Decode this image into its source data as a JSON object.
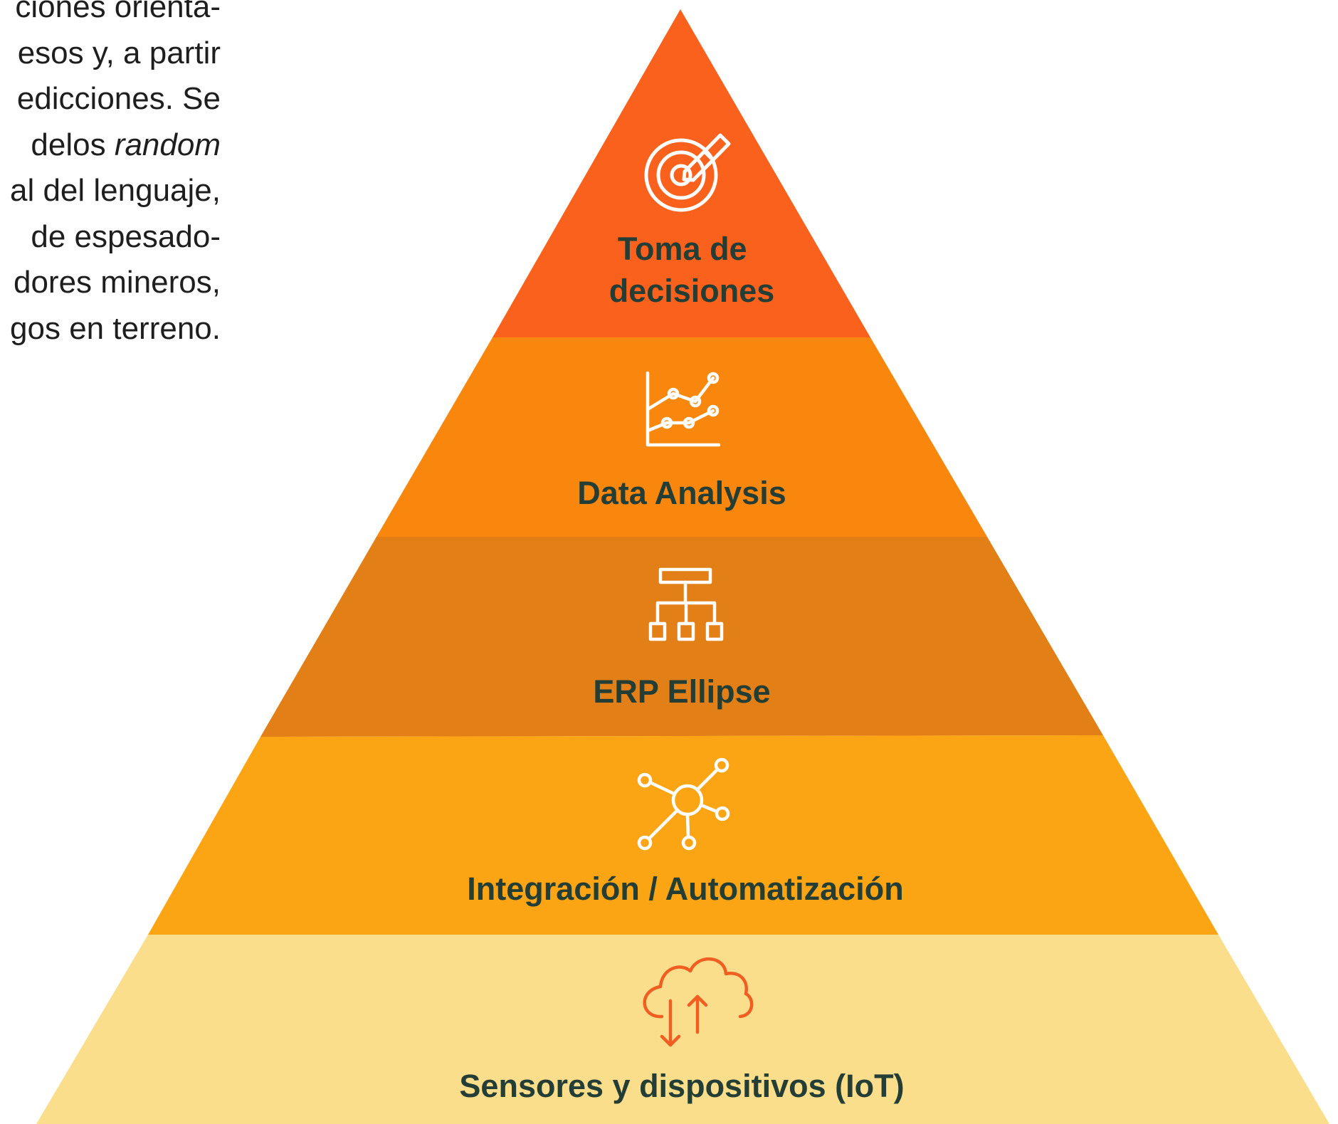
{
  "body_text": {
    "lines": [
      "ciones orienta-",
      "esos y, a partir",
      "edicciones. Se",
      {
        "before": "delos ",
        "italic": "random"
      },
      "al del lenguaje,",
      "de espesado-",
      "dores mineros,",
      "gos en terreno."
    ]
  },
  "pyramid": {
    "levels": [
      {
        "label_lines": [
          "Toma de",
          "decisiones"
        ],
        "icon": "target-arrow-icon",
        "color": "#fa611c",
        "icon_color": "#ffffff"
      },
      {
        "label_lines": [
          "Data Analysis"
        ],
        "icon": "line-chart-icon",
        "color": "#f9860d",
        "icon_color": "#ffffff"
      },
      {
        "label_lines": [
          "ERP Ellipse"
        ],
        "icon": "org-chart-icon",
        "color": "#e37f17",
        "icon_color": "#ffffff"
      },
      {
        "label_lines": [
          "Integración / Automatización"
        ],
        "icon": "network-hub-icon",
        "color": "#fca514",
        "icon_color": "#ffffff"
      },
      {
        "label_lines": [
          "Sensores y dispositivos (IoT)"
        ],
        "icon": "cloud-sync-icon",
        "color": "#fade8c",
        "icon_color": "#f05f21"
      }
    ]
  }
}
